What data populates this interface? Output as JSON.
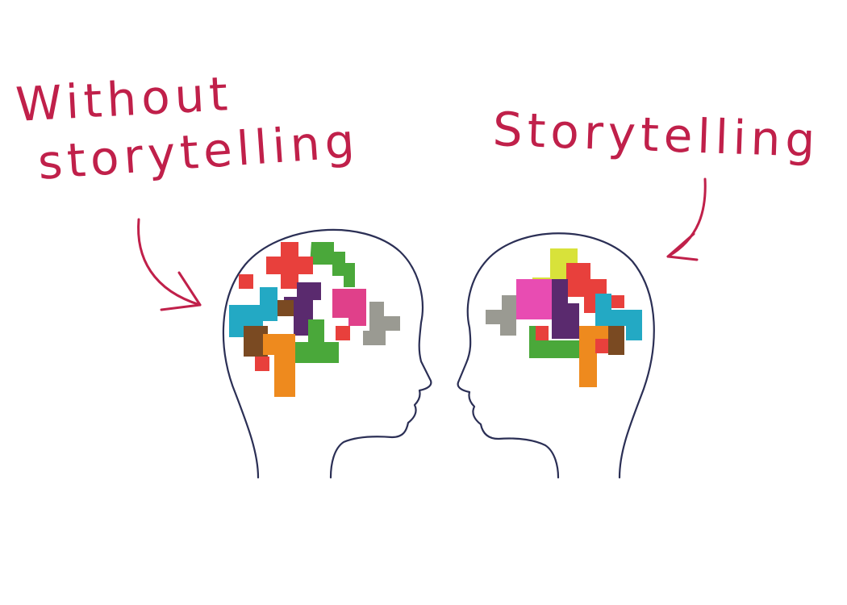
{
  "labels": {
    "left_line1": "Without",
    "left_line2": "storytelling",
    "right": "Storytelling"
  },
  "colors": {
    "ink": "#c0204a",
    "outline": "#2b2f55",
    "red": "#e8403c",
    "green": "#4aa83a",
    "purple": "#5a2a6e",
    "pink": "#e0408a",
    "cyan": "#23a9c4",
    "orange": "#ee8a1e",
    "brown": "#7a4a22",
    "gray": "#9a9a92",
    "yellow": "#d8e23a",
    "magenta": "#e84cb2"
  }
}
